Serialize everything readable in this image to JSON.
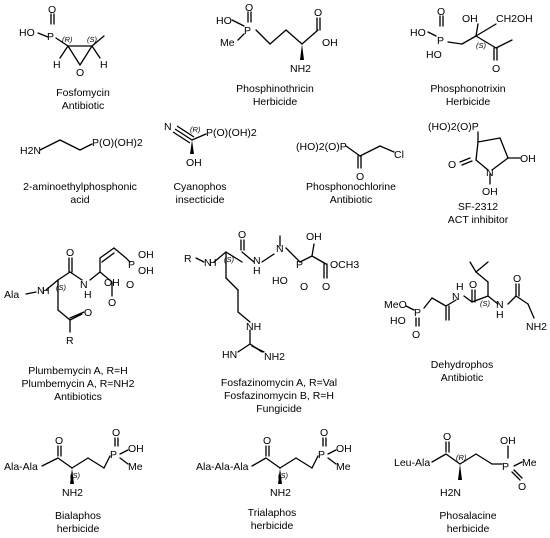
{
  "compounds": [
    {
      "id": "fosfomycin",
      "name": "Fosfomycin",
      "role": "Antibiotic",
      "atoms": {
        "ho": "HO",
        "p": "P",
        "o_top": "O",
        "r": "(R)",
        "s": "(S)",
        "h_l": "H",
        "h_r": "H",
        "o_ring": "O"
      }
    },
    {
      "id": "phosphinothricin",
      "name": "Phosphinothricin",
      "role": "Herbicide",
      "atoms": {
        "ho": "HO",
        "p": "P",
        "o_top": "O",
        "me": "Me",
        "oh": "OH",
        "o_c": "O",
        "nh2": "NH2"
      }
    },
    {
      "id": "phosphonotrixin",
      "name": "Phosphonotrixin",
      "role": "Herbicide",
      "atoms": {
        "ho": "HO",
        "p": "P",
        "o_top": "O",
        "ho2": "HO",
        "oh2": "OH",
        "ch2oh": "CH2OH",
        "s": "(S)",
        "o_ket": "O"
      }
    },
    {
      "id": "aep",
      "name": "2-aminoethylphosphonic",
      "role": "acid",
      "atoms": {
        "h2n": "H2N",
        "p": "P(O)(OH)2"
      }
    },
    {
      "id": "cyanophos",
      "name": "Cyanophos",
      "role": "insecticide",
      "atoms": {
        "n": "N",
        "r": "(R)",
        "p": "P(O)(OH)2",
        "oh": "OH"
      }
    },
    {
      "id": "phosphonochlorine",
      "name": "Phosphonochlorine",
      "role": "Antibiotic",
      "atoms": {
        "p": "(HO)2(O)P",
        "cl": "Cl",
        "o": "O"
      }
    },
    {
      "id": "sf2312",
      "name": "SF-2312",
      "role": "ACT inhibitor",
      "atoms": {
        "p": "(HO)2(O)P",
        "o": "O",
        "n": "N",
        "oh": "OH",
        "oh2": "OH"
      }
    },
    {
      "id": "plumbemycin",
      "name": "Plumbemycin A, R=H",
      "name2": "Plumbemycin A, R=NH2",
      "role": "Antibiotics",
      "atoms": {
        "ala": "Ala",
        "nh": "N",
        "h": "H",
        "s": "(S)",
        "o_am": "O",
        "n2": "N",
        "h2": "H",
        "oh_acid": "OH",
        "o_acid": "O",
        "p": "P",
        "oh": "OH",
        "oh2": "OH",
        "o_p": "O",
        "o_k": "O",
        "r": "R"
      }
    },
    {
      "id": "fosfazinomycin",
      "name": "Fosfazinomycin A, R=Val",
      "name2": "Fosfazinomycin B, R=H",
      "role": "Fungicide",
      "atoms": {
        "r": "R",
        "n1": "N",
        "h1": "H",
        "s": "(S)",
        "o1": "O",
        "n2": "N",
        "h2": "H",
        "n3": "N",
        "p": "P",
        "oh": "OH",
        "ho": "HO",
        "o_p": "O",
        "o_e": "O",
        "och3": "OCH3",
        "nh": "NH",
        "h3": "H",
        "hn": "HN",
        "nh2": "NH2"
      }
    },
    {
      "id": "dehydrophos",
      "name": "Dehydrophos",
      "role": "Antibiotic",
      "atoms": {
        "meo": "MeO",
        "p": "P",
        "ho": "HO",
        "o_p": "O",
        "n1": "N",
        "h1": "H",
        "o1": "O",
        "s": "(S)",
        "n2": "N",
        "h2": "H",
        "o2": "O",
        "nh2": "NH2"
      }
    },
    {
      "id": "bialaphos",
      "name": "Bialaphos",
      "role": "herbicide",
      "atoms": {
        "pep": "Ala-Ala",
        "o": "O",
        "s": "(S)",
        "nh2": "NH2",
        "p": "P",
        "oh": "OH",
        "me": "Me",
        "o_p": "O"
      }
    },
    {
      "id": "trialaphos",
      "name": "Trialaphos",
      "role": "herbicide",
      "atoms": {
        "pep": "Ala-Ala-Ala",
        "o": "O",
        "s": "(S)",
        "nh2": "NH2",
        "p": "P",
        "oh": "OH",
        "me": "Me",
        "o_p": "O"
      }
    },
    {
      "id": "phosalacine",
      "name": "Phosalacine",
      "role": "herbicide",
      "atoms": {
        "pep": "Leu-Ala",
        "o": "O",
        "r": "(R)",
        "h2n": "H2N",
        "p": "P",
        "oh": "OH",
        "me": "Me",
        "o_p": "O"
      }
    }
  ]
}
